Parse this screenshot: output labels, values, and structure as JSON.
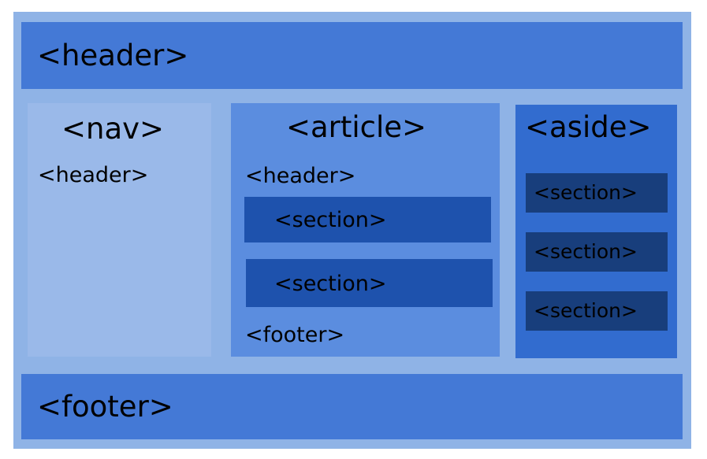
{
  "page": {
    "header": "<header>",
    "footer": "<footer>"
  },
  "nav": {
    "title": "<nav>",
    "header": "<header>"
  },
  "article": {
    "title": "<article>",
    "header": "<header>",
    "sections": [
      "<section>",
      "<section>"
    ],
    "footer": "<footer>"
  },
  "aside": {
    "title": "<aside>",
    "sections": [
      "<section>",
      "<section>",
      "<section>"
    ]
  },
  "colors": {
    "outer": "#8fb3e6",
    "header_footer": "#4479d6",
    "nav": "#9ab9e9",
    "article": "#5b8ddf",
    "article_section": "#1e52ad",
    "aside": "#326ccf",
    "aside_section": "#183e7c"
  }
}
